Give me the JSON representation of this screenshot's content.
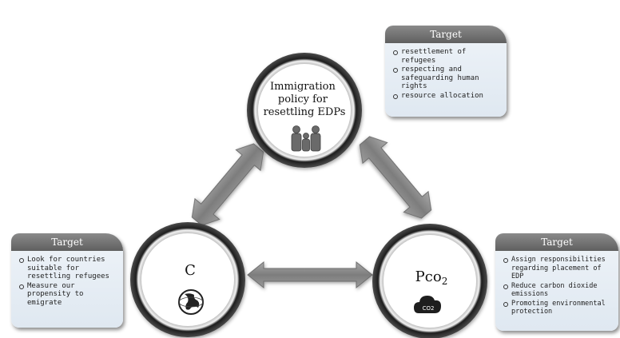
{
  "nodes": {
    "top": {
      "title": "Immigration policy for resettling EDPs",
      "lines": [
        "Immigration",
        "policy for",
        "resettling EDPs"
      ],
      "icon": "family-icon"
    },
    "left": {
      "title": "C",
      "icon": "globe-icon"
    },
    "right": {
      "title_main": "Pco",
      "title_sub": "2",
      "icon": "co2-cloud-icon",
      "icon_text": "CO2"
    }
  },
  "targets": {
    "top": {
      "heading": "Target",
      "items": [
        "resettlement of refugees",
        "respecting and safeguarding human rights",
        "resource allocation"
      ],
      "lines": [
        [
          "resettlement of",
          "refugees"
        ],
        [
          "respecting and",
          "safeguarding human",
          "rights"
        ],
        [
          "resource allocation"
        ]
      ]
    },
    "left": {
      "heading": "Target",
      "items": [
        "Look for countries suitable for resettling refugees",
        "Measure our propensity to emigrate"
      ],
      "lines": [
        [
          "Look for countries",
          "suitable for",
          "resettling refugees"
        ],
        [
          "Measure our",
          "propensity to",
          "emigrate"
        ]
      ]
    },
    "right": {
      "heading": "Target",
      "items": [
        "Assign responsibilities regarding placement of EDP",
        "Reduce carbon dioxide emissions",
        "Promoting environmental protection"
      ],
      "lines": [
        [
          "Assign responsibilities",
          "regarding placement of",
          "EDP"
        ],
        [
          "Reduce carbon dioxide",
          "emissions"
        ],
        [
          " Promoting environmental",
          "protection"
        ]
      ]
    }
  },
  "colors": {
    "ring_dark": "#2b2b2b",
    "ring_light": "#d9d9d9",
    "arrow": "#8a8a8a",
    "header": "#6b6b6b",
    "box_bg": "#e6edf4"
  }
}
